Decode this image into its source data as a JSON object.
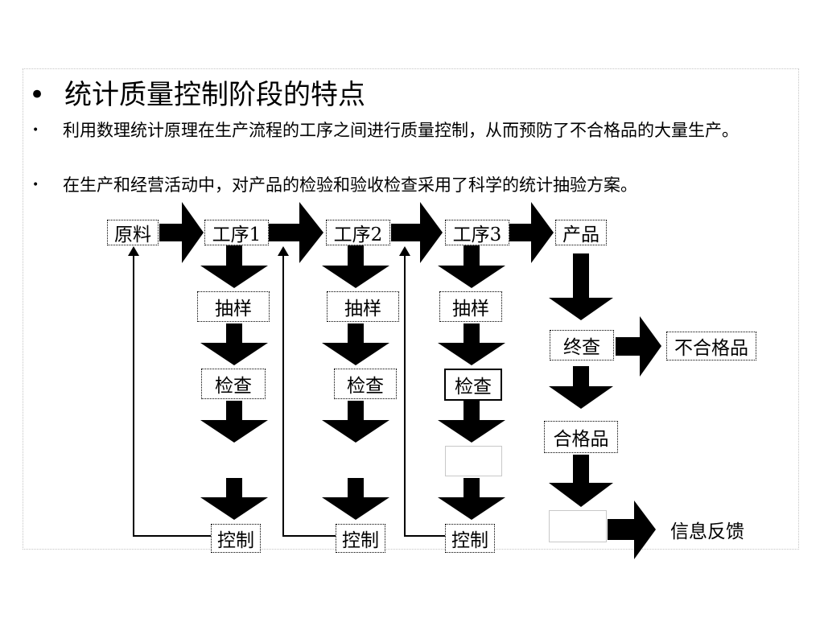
{
  "title": "统计质量控制阶段的特点",
  "bullets": [
    "利用数理统计原理在生产流程的工序之间进行质量控制，从而预防了不合格品的大量生产。",
    "在生产和经营活动中，对产品的检验和验收检查采用了科学的统计抽验方案。"
  ],
  "bullet_char": "•",
  "flow": {
    "raw": "原料",
    "step1": "工序1",
    "step2": "工序2",
    "step3": "工序3",
    "product": "产品",
    "sample": "抽样",
    "inspect": "检查",
    "control": "控制",
    "final_check": "终查",
    "rejected": "不合格品",
    "qualified": "合格品",
    "feedback": "信息反馈"
  }
}
